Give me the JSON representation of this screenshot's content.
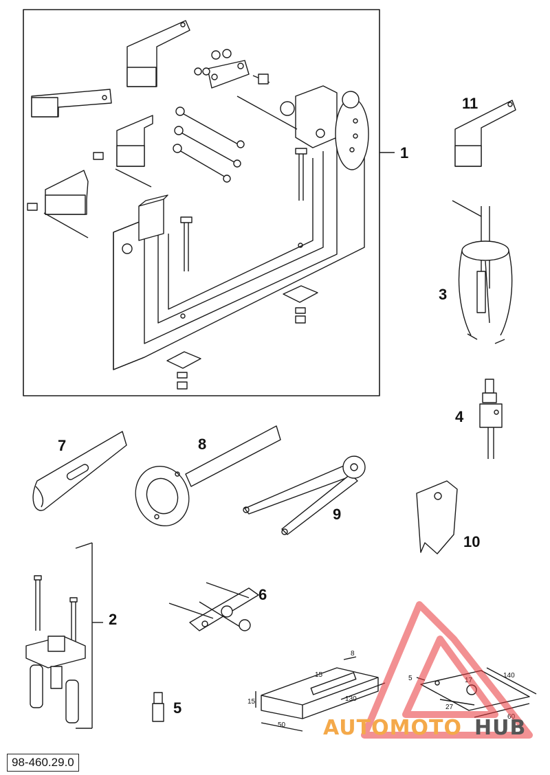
{
  "callouts": {
    "c1": "1",
    "c2": "2",
    "c3": "3",
    "c4": "4",
    "c5": "5",
    "c6": "6",
    "c7": "7",
    "c8": "8",
    "c9": "9",
    "c10": "10",
    "c11": "11"
  },
  "dimensions": {
    "d8": "8",
    "d15a": "15",
    "d130": "130",
    "d50": "50",
    "d15b": "15",
    "d5": "5",
    "d17": "17",
    "d140": "140",
    "d27": "27",
    "d60": "60"
  },
  "document_id": "98-460.29.0",
  "watermark": {
    "part1": "AUTOMOTO",
    "part2": "HUB",
    "color1": "#f4a94a",
    "color2": "#555555",
    "logo_color": "#e8363a"
  },
  "colors": {
    "line": "#1a1a1a",
    "background": "#ffffff"
  }
}
